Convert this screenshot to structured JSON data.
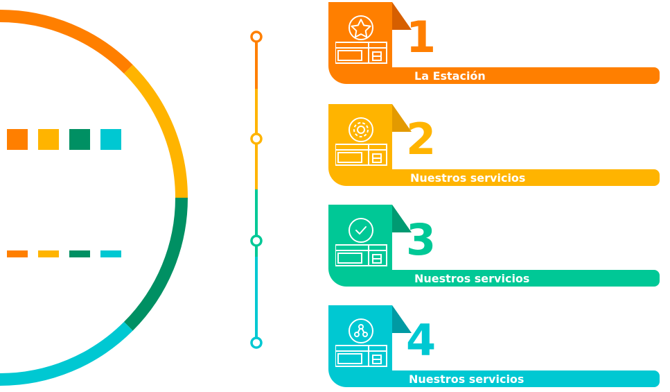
{
  "colors": {
    "orange": "#ff7f00",
    "yellow": "#ffb400",
    "green": "#009063",
    "teal": "#00c8d2",
    "mint": "#00c896"
  },
  "steps": [
    {
      "number": "1",
      "title": "La Estación",
      "icon": "star-badge-icon",
      "color": "#ff7f00",
      "dark": "#d65f00"
    },
    {
      "number": "2",
      "title": "Nuestros servicios",
      "icon": "gear-badge-icon",
      "color": "#ffb400",
      "dark": "#e39a00"
    },
    {
      "number": "3",
      "title": "Nuestros servicios",
      "icon": "check-badge-icon",
      "color": "#00c896",
      "dark": "#009a72"
    },
    {
      "number": "4",
      "title": "Nuestros servicios",
      "icon": "share-badge-icon",
      "color": "#00c8d2",
      "dark": "#009aa3"
    }
  ]
}
